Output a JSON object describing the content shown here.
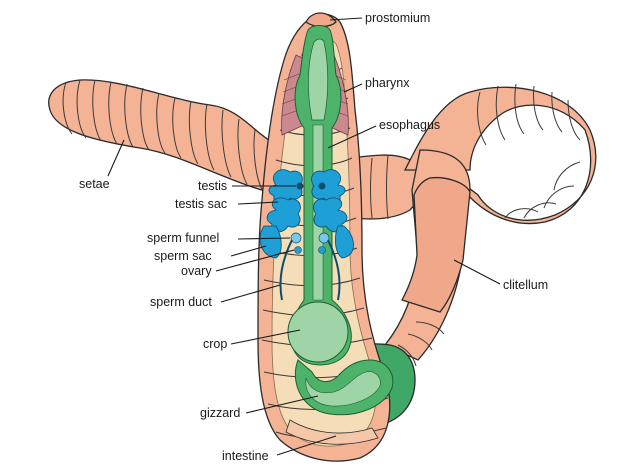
{
  "colors": {
    "body": "#F4B394",
    "body_dark": "#E29C7E",
    "inner": "#F5DDB8",
    "pharynx_muscle": "#C9898F",
    "gut_green": "#4DB36B",
    "gut_light": "#9ED4A6",
    "reproductive_blue": "#1E9FD6",
    "clitellum_green": "#3FA866"
  },
  "labels": {
    "prostomium": "prostomium",
    "pharynx": "pharynx",
    "esophagus": "esophagus",
    "setae": "setae",
    "testis": "testis",
    "testis_sac": "testis sac",
    "sperm_funnel": "sperm funnel",
    "sperm_sac": "sperm sac",
    "ovary": "ovary",
    "sperm_duct": "sperm duct",
    "crop": "crop",
    "gizzard": "gizzard",
    "intestine": "intestine",
    "clitellum": "clitellum"
  }
}
